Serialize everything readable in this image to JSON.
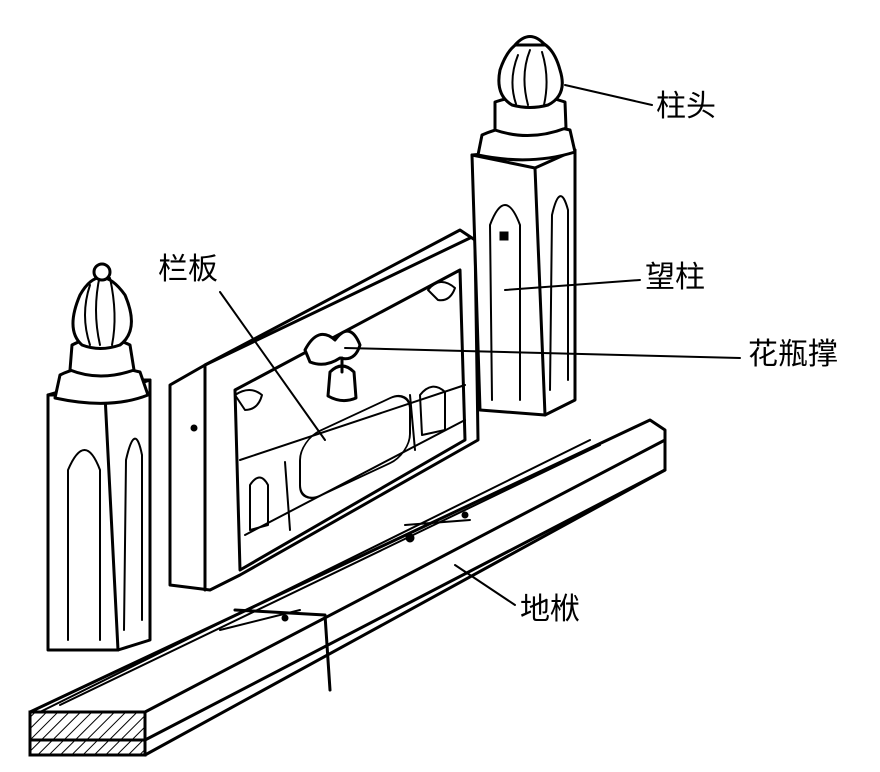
{
  "labels": {
    "post_head": "柱头",
    "post": "望柱",
    "panel": "栏板",
    "vase_support": "花瓶撑",
    "ground_sill": "地栿"
  }
}
